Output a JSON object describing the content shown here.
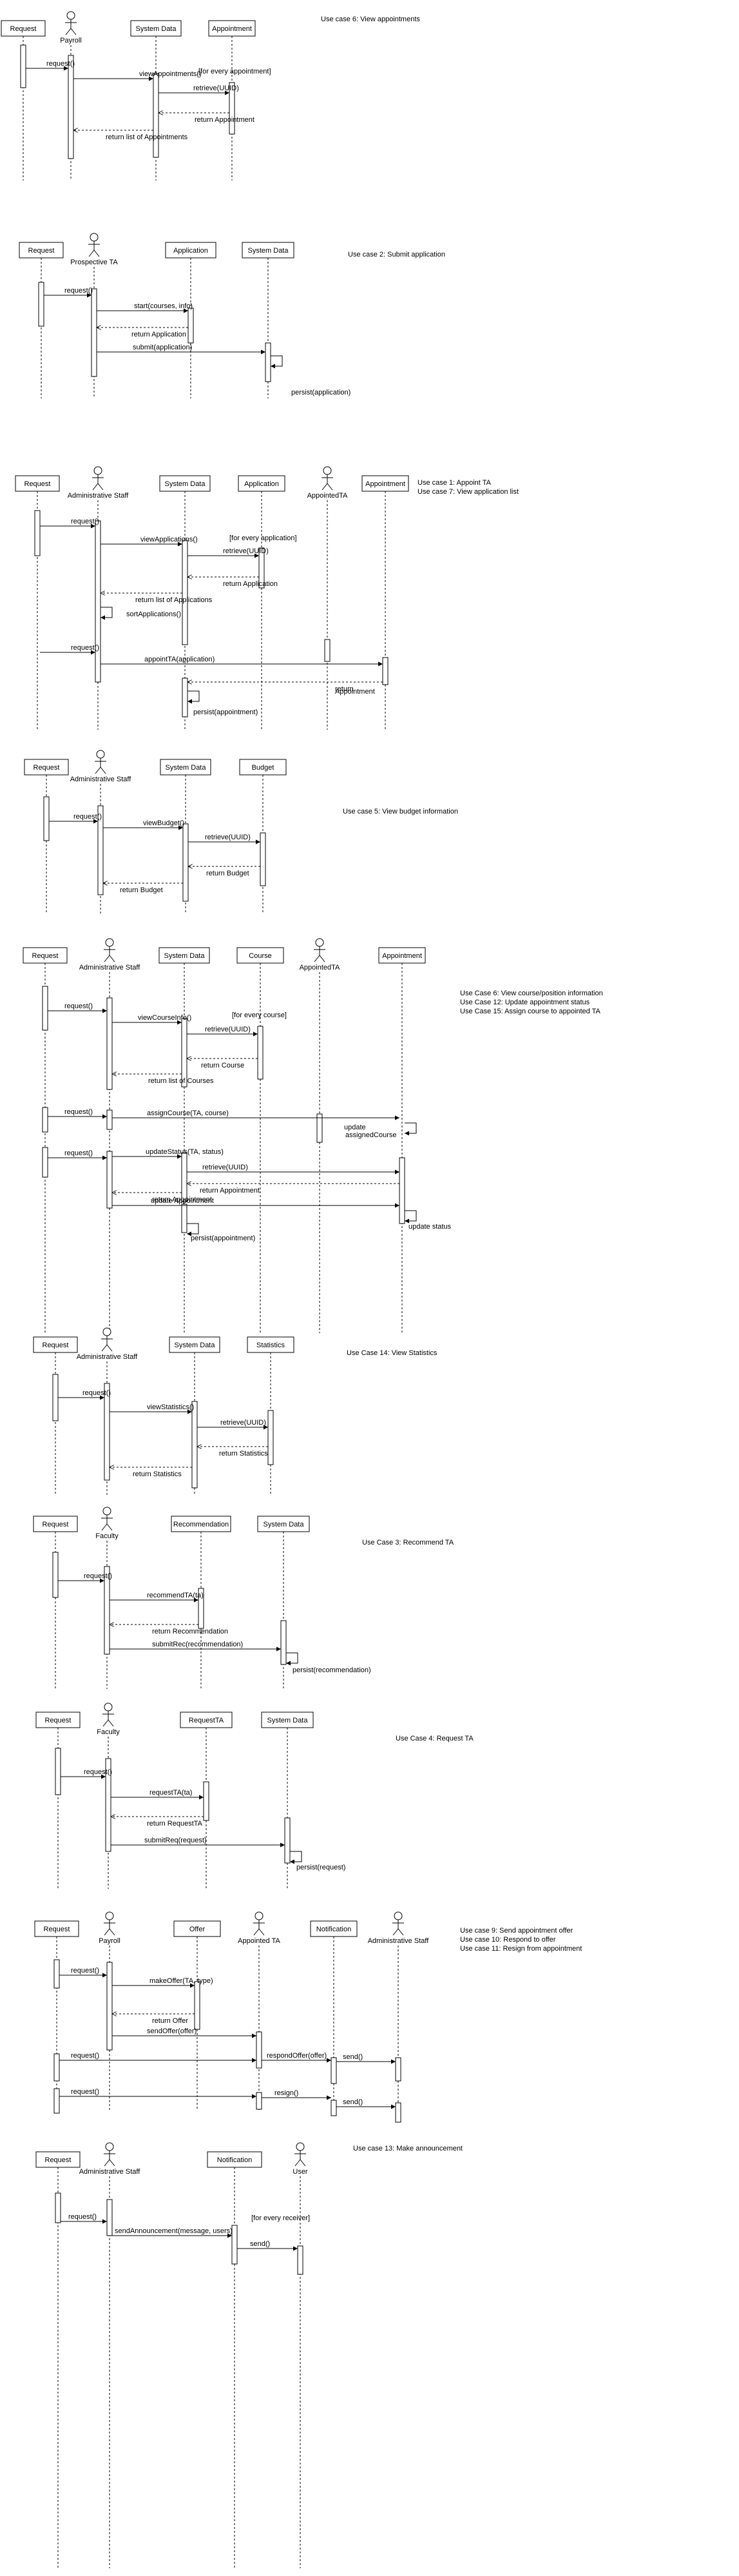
{
  "sections": [
    {
      "id": "uc6",
      "notes": [
        "Use case 6: View appointments"
      ],
      "participants": [
        {
          "id": "req",
          "label": "Request",
          "kind": "box"
        },
        {
          "id": "payroll",
          "label": "Payroll",
          "kind": "actor"
        },
        {
          "id": "sys",
          "label": "System Data",
          "kind": "box"
        },
        {
          "id": "appt",
          "label": "Appointment",
          "kind": "box"
        }
      ],
      "messages": [
        {
          "label": "request()",
          "style": "sync"
        },
        {
          "label": "viewAppointments()",
          "style": "sync"
        },
        {
          "label": "[for every appointment]",
          "style": "guard"
        },
        {
          "label": "retrieve(UUID)",
          "style": "sync"
        },
        {
          "label": "return Appointment",
          "style": "return"
        },
        {
          "label": "return list of Appointments",
          "style": "return"
        }
      ]
    },
    {
      "id": "uc2",
      "notes": [
        "Use case 2: Submit application"
      ],
      "participants": [
        {
          "id": "req",
          "label": "Request",
          "kind": "box"
        },
        {
          "id": "pta",
          "label": "Prospective TA",
          "kind": "actor"
        },
        {
          "id": "app",
          "label": "Application",
          "kind": "box"
        },
        {
          "id": "sys",
          "label": "System Data",
          "kind": "box"
        }
      ],
      "messages": [
        {
          "label": "request()",
          "style": "sync"
        },
        {
          "label": "start(courses, info)",
          "style": "sync"
        },
        {
          "label": "return Application",
          "style": "return"
        },
        {
          "label": "submit(application)",
          "style": "sync"
        },
        {
          "label": "persist(application)",
          "style": "self"
        }
      ]
    },
    {
      "id": "uc1",
      "notes": [
        "Use case 1: Appoint TA",
        "Use case 7: View application list"
      ],
      "participants": [
        {
          "id": "req",
          "label": "Request",
          "kind": "box"
        },
        {
          "id": "admin",
          "label": "Administrative Staff",
          "kind": "actor"
        },
        {
          "id": "sys",
          "label": "System Data",
          "kind": "box"
        },
        {
          "id": "app",
          "label": "Application",
          "kind": "box"
        },
        {
          "id": "ata",
          "label": "AppointedTA",
          "kind": "actor"
        },
        {
          "id": "appt",
          "label": "Appointment",
          "kind": "box"
        }
      ],
      "messages": [
        {
          "label": "request()",
          "style": "sync"
        },
        {
          "label": "viewApplications()",
          "style": "sync"
        },
        {
          "label": "[for every application]",
          "style": "guard"
        },
        {
          "label": "retrieve(UUID)",
          "style": "sync"
        },
        {
          "label": "return Application",
          "style": "return"
        },
        {
          "label": "return list of Applications",
          "style": "return"
        },
        {
          "label": "sortApplications()",
          "style": "self"
        },
        {
          "label": "request()",
          "style": "sync"
        },
        {
          "label": "appointTA(application)",
          "style": "sync"
        },
        {
          "label": "return",
          "style": "return"
        },
        {
          "label": "Appointment",
          "style": "return"
        },
        {
          "label": "persist(appointment)",
          "style": "self"
        }
      ]
    },
    {
      "id": "uc5",
      "notes": [
        "Use case 5: View budget information"
      ],
      "participants": [
        {
          "id": "req",
          "label": "Request",
          "kind": "box"
        },
        {
          "id": "admin",
          "label": "Administrative Staff",
          "kind": "actor"
        },
        {
          "id": "sys",
          "label": "System Data",
          "kind": "box"
        },
        {
          "id": "budget",
          "label": "Budget",
          "kind": "box"
        }
      ],
      "messages": [
        {
          "label": "request()",
          "style": "sync"
        },
        {
          "label": "viewBudget()",
          "style": "sync"
        },
        {
          "label": "retrieve(UUID)",
          "style": "sync"
        },
        {
          "label": "return Budget",
          "style": "return"
        },
        {
          "label": "return Budget",
          "style": "return"
        }
      ]
    },
    {
      "id": "uc6b",
      "notes": [
        "Use Case 6: View course/position information",
        "Use Case 12: Update appointment status",
        "Use Case 15: Assign course to appointed TA"
      ],
      "participants": [
        {
          "id": "req",
          "label": "Request",
          "kind": "box"
        },
        {
          "id": "admin",
          "label": "Administrative Staff",
          "kind": "actor"
        },
        {
          "id": "sys",
          "label": "System Data",
          "kind": "box"
        },
        {
          "id": "course",
          "label": "Course",
          "kind": "box"
        },
        {
          "id": "ata",
          "label": "AppointedTA",
          "kind": "actor"
        },
        {
          "id": "appt",
          "label": "Appointment",
          "kind": "box"
        }
      ],
      "messages": [
        {
          "label": "request()",
          "style": "sync"
        },
        {
          "label": "viewCourseInfo()",
          "style": "sync"
        },
        {
          "label": "[for every course]",
          "style": "guard"
        },
        {
          "label": "retrieve(UUID)",
          "style": "sync"
        },
        {
          "label": "return Course",
          "style": "return"
        },
        {
          "label": "return list of Courses",
          "style": "return"
        },
        {
          "label": "request()",
          "style": "sync"
        },
        {
          "label": "assignCourse(TA, course)",
          "style": "sync"
        },
        {
          "label": "update",
          "style": "self"
        },
        {
          "label": "assignedCourse",
          "style": "self"
        },
        {
          "label": "request()",
          "style": "sync"
        },
        {
          "label": "updateStatus(TA, status)",
          "style": "sync"
        },
        {
          "label": "retrieve(UUID)",
          "style": "sync"
        },
        {
          "label": "return Appointment",
          "style": "return"
        },
        {
          "label": "return Appointment",
          "style": "return"
        },
        {
          "label": "update Appointment",
          "style": "sync"
        },
        {
          "label": "update status",
          "style": "self"
        },
        {
          "label": "persist(appointment)",
          "style": "self"
        }
      ]
    },
    {
      "id": "uc14",
      "notes": [
        "Use Case 14: View Statistics"
      ],
      "participants": [
        {
          "id": "req",
          "label": "Request",
          "kind": "box"
        },
        {
          "id": "admin",
          "label": "Administrative Staff",
          "kind": "actor"
        },
        {
          "id": "sys",
          "label": "System Data",
          "kind": "box"
        },
        {
          "id": "stats",
          "label": "Statistics",
          "kind": "box"
        }
      ],
      "messages": [
        {
          "label": "request()",
          "style": "sync"
        },
        {
          "label": "viewStatistics()",
          "style": "sync"
        },
        {
          "label": "retrieve(UUID)",
          "style": "sync"
        },
        {
          "label": "return Statistics",
          "style": "return"
        },
        {
          "label": "return Statistics",
          "style": "return"
        }
      ]
    },
    {
      "id": "uc3",
      "notes": [
        "Use Case 3: Recommend TA"
      ],
      "participants": [
        {
          "id": "req",
          "label": "Request",
          "kind": "box"
        },
        {
          "id": "fac",
          "label": "Faculty",
          "kind": "actor"
        },
        {
          "id": "rec",
          "label": "Recommendation",
          "kind": "box"
        },
        {
          "id": "sys",
          "label": "System Data",
          "kind": "box"
        }
      ],
      "messages": [
        {
          "label": "request()",
          "style": "sync"
        },
        {
          "label": "recommendTA(ta)",
          "style": "sync"
        },
        {
          "label": "return Recommendation",
          "style": "return"
        },
        {
          "label": "submitRec(recommendation)",
          "style": "sync"
        },
        {
          "label": "persist(recommendation)",
          "style": "self"
        }
      ]
    },
    {
      "id": "uc4",
      "notes": [
        "Use Case 4: Request TA"
      ],
      "participants": [
        {
          "id": "req",
          "label": "Request",
          "kind": "box"
        },
        {
          "id": "fac",
          "label": "Faculty",
          "kind": "actor"
        },
        {
          "id": "rta",
          "label": "RequestTA",
          "kind": "box"
        },
        {
          "id": "sys",
          "label": "System Data",
          "kind": "box"
        }
      ],
      "messages": [
        {
          "label": "request()",
          "style": "sync"
        },
        {
          "label": "requestTA(ta)",
          "style": "sync"
        },
        {
          "label": "return RequestTA",
          "style": "return"
        },
        {
          "label": "submitReq(request)",
          "style": "sync"
        },
        {
          "label": "persist(request)",
          "style": "self"
        }
      ]
    },
    {
      "id": "uc9",
      "notes": [
        "Use case 9: Send appointment offer",
        "Use case 10: Respond to offer",
        "Use case 11: Resign from appointment"
      ],
      "participants": [
        {
          "id": "req",
          "label": "Request",
          "kind": "box"
        },
        {
          "id": "payroll",
          "label": "Payroll",
          "kind": "actor"
        },
        {
          "id": "offer",
          "label": "Offer",
          "kind": "box"
        },
        {
          "id": "ata",
          "label": "Appointed TA",
          "kind": "actor"
        },
        {
          "id": "notif",
          "label": "Notification",
          "kind": "box"
        },
        {
          "id": "admin",
          "label": "Administrative Staff",
          "kind": "actor"
        }
      ],
      "messages": [
        {
          "label": "request()",
          "style": "sync"
        },
        {
          "label": "makeOffer(TA, type)",
          "style": "sync"
        },
        {
          "label": "return Offer",
          "style": "return"
        },
        {
          "label": "sendOffer(offer)",
          "style": "sync"
        },
        {
          "label": "request()",
          "style": "sync"
        },
        {
          "label": "respondOffer(offer)",
          "style": "sync"
        },
        {
          "label": "send()",
          "style": "sync"
        },
        {
          "label": "request()",
          "style": "sync"
        },
        {
          "label": "resign()",
          "style": "sync"
        },
        {
          "label": "send()",
          "style": "sync"
        }
      ]
    },
    {
      "id": "uc13",
      "notes": [
        "Use case 13: Make announcement"
      ],
      "participants": [
        {
          "id": "req",
          "label": "Request",
          "kind": "box"
        },
        {
          "id": "admin",
          "label": "Administrative Staff",
          "kind": "actor"
        },
        {
          "id": "notif",
          "label": "Notification",
          "kind": "box"
        },
        {
          "id": "user",
          "label": "User",
          "kind": "actor"
        }
      ],
      "messages": [
        {
          "label": "request()",
          "style": "sync"
        },
        {
          "label": "sendAnnouncement(message, users)",
          "style": "sync"
        },
        {
          "label": "[for every receiver]",
          "style": "guard"
        },
        {
          "label": "send()",
          "style": "sync"
        }
      ]
    }
  ]
}
